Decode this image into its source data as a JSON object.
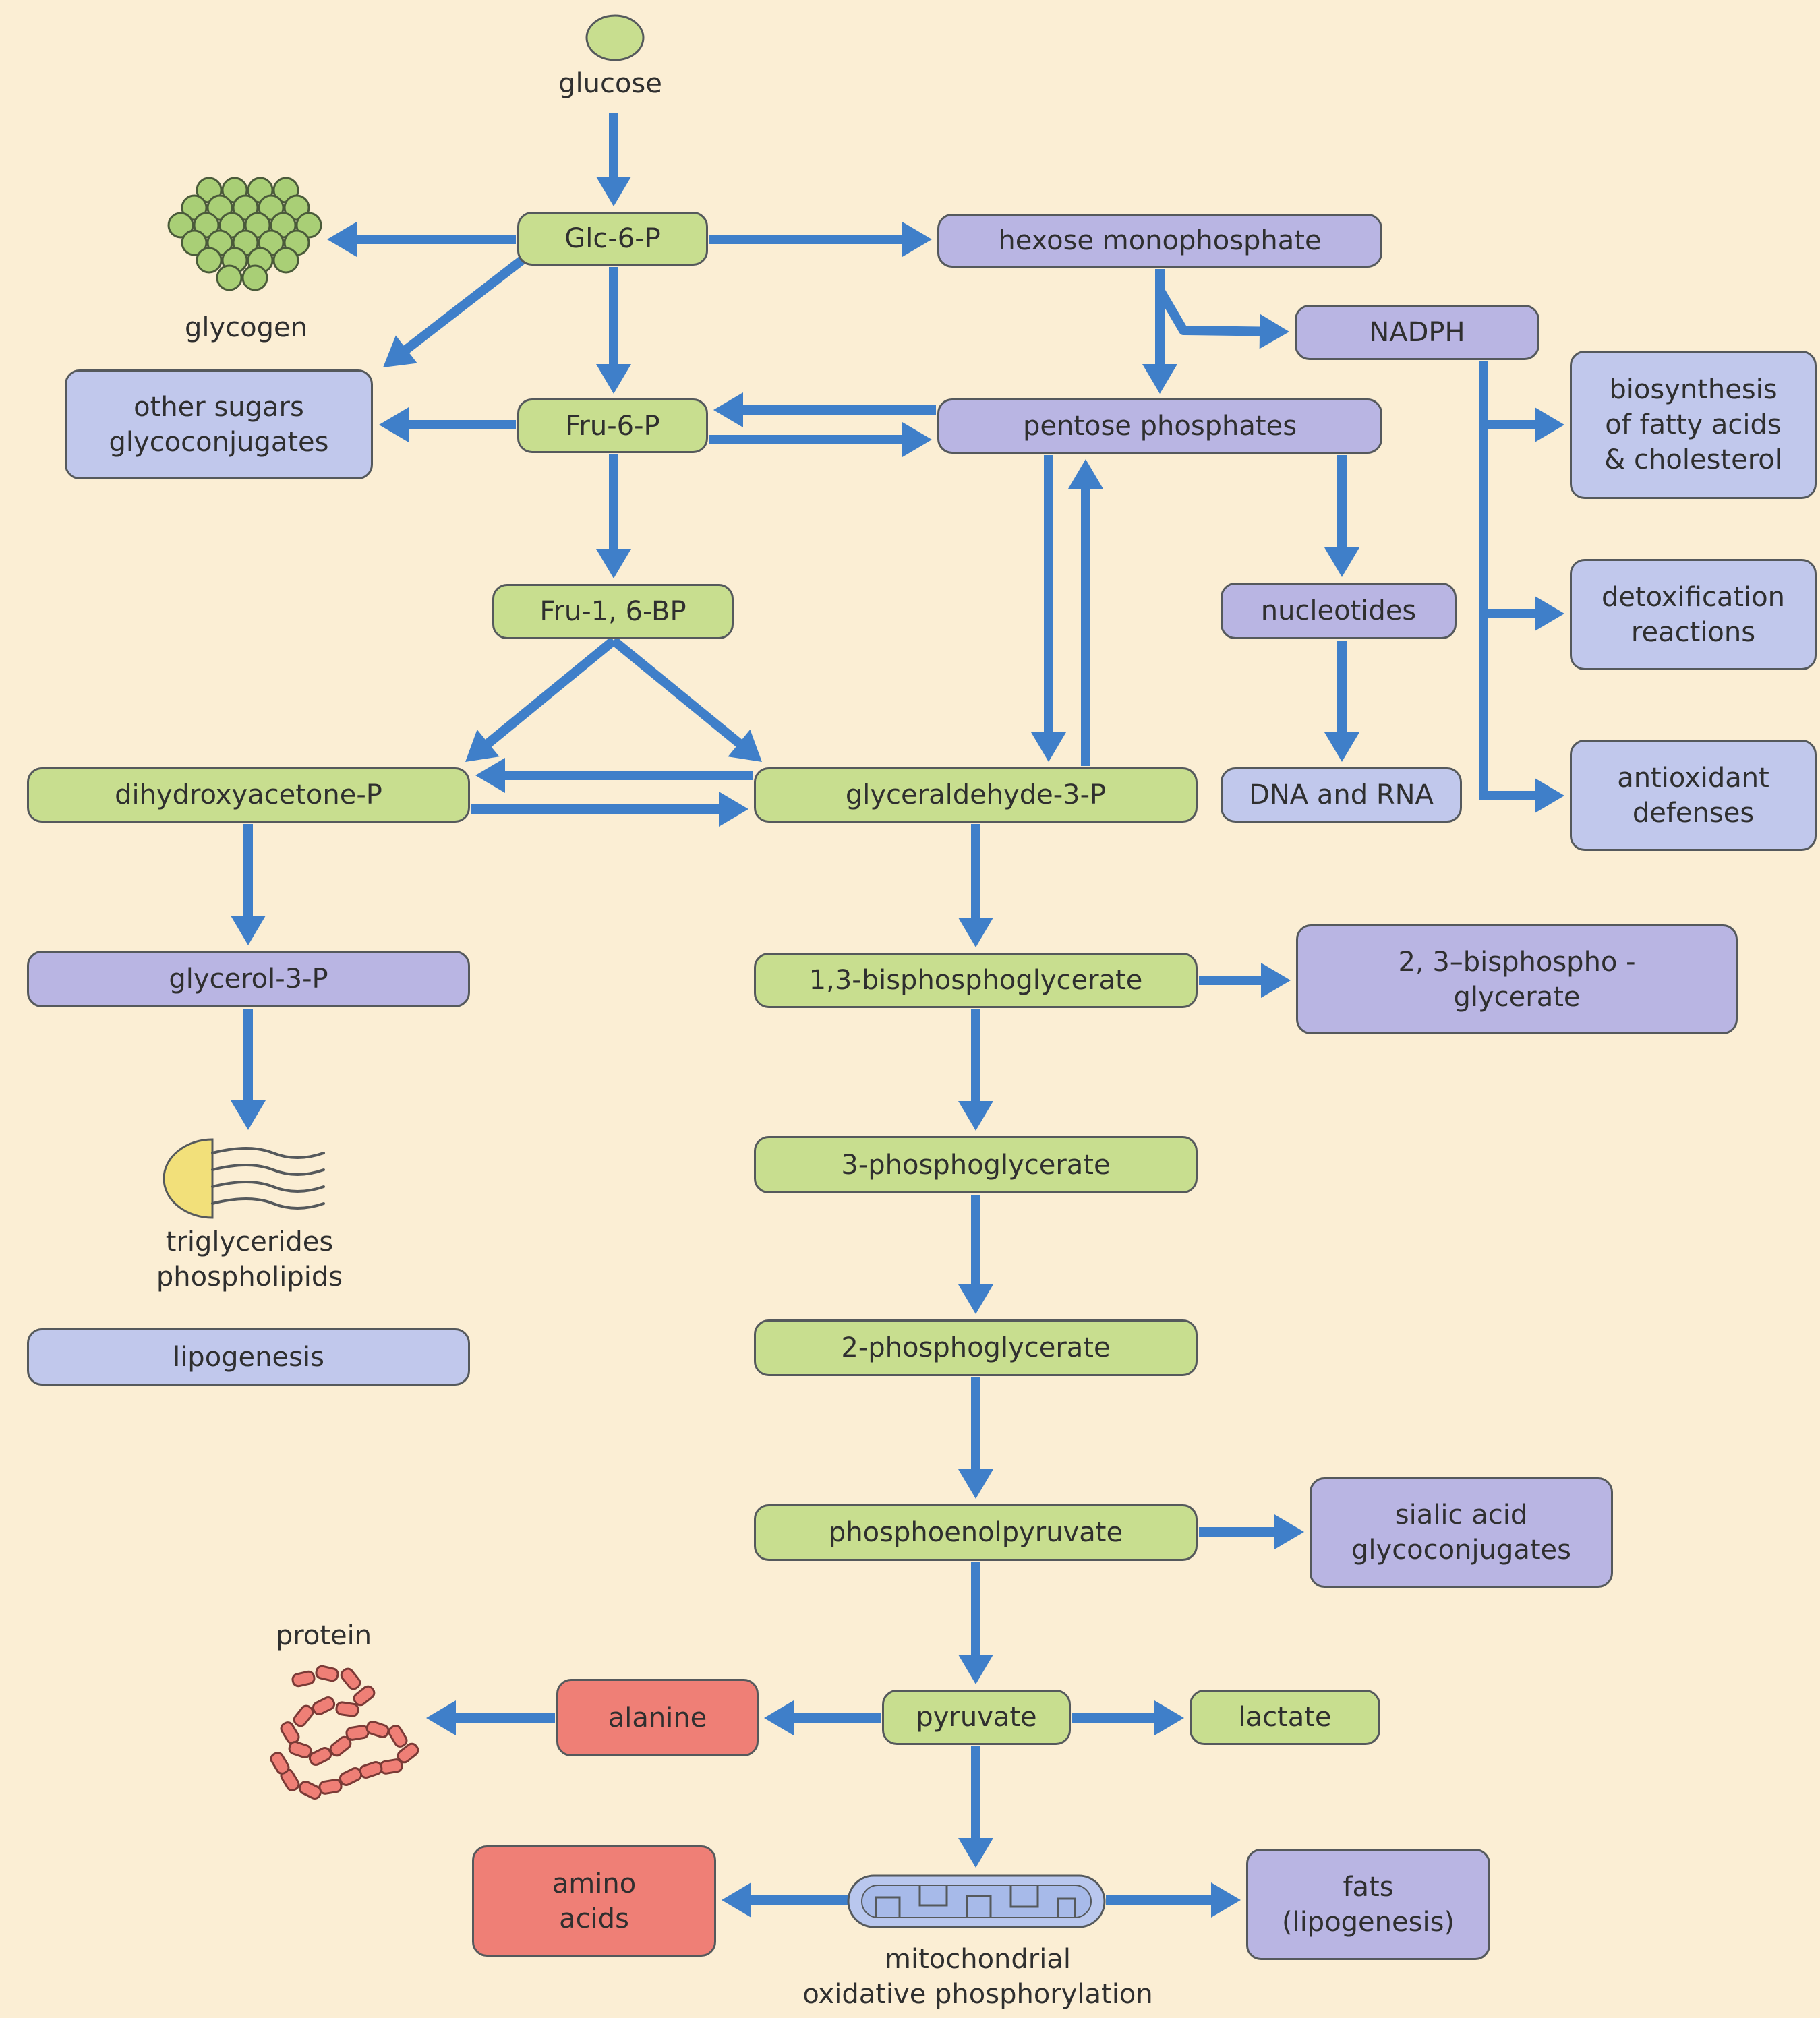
{
  "colors": {
    "background": "#fbeed4",
    "arrow": "#3f7fc9",
    "glycolysis_box": "#c8de8f",
    "pathway_box": "#b9b5e3",
    "light_box": "#c1c8ec",
    "amino_box": "#ef7f76"
  },
  "labels": {
    "glucose": "glucose",
    "glycogen": "glycogen",
    "triglycerides": "triglycerides\nphospholipids",
    "protein": "protein",
    "mito": "mitochondrial\noxidative phosphorylation"
  },
  "nodes": {
    "glc6p": "Glc-6-P",
    "hexose": "hexose monophosphate",
    "nadph": "NADPH",
    "other_sugars": "other sugars\nglycoconjugates",
    "fru6p": "Fru-6-P",
    "pentose": "pentose phosphates",
    "fatty": "biosynthesis\nof fatty acids\n& cholesterol",
    "fru16bp": "Fru-1, 6-BP",
    "nucleotides": "nucleotides",
    "detox": "detoxification\nreactions",
    "dhap": "dihydroxyacetone-P",
    "g3p": "glyceraldehyde-3-P",
    "dna": "DNA and RNA",
    "antiox": "antioxidant\ndefenses",
    "glycerol3p": "glycerol-3-P",
    "bpg13": "1,3-bisphosphoglycerate",
    "bpg23": "2, 3–bisphospho -\nglycerate",
    "pg3": "3-phosphoglycerate",
    "lipogenesis": "lipogenesis",
    "pg2": "2-phosphoglycerate",
    "pep": "phosphoenolpyruvate",
    "sialic": "sialic acid\nglycoconjugates",
    "alanine": "alanine",
    "pyruvate": "pyruvate",
    "lactate": "lactate",
    "amino_acids": "amino\nacids",
    "fats": "fats\n(lipogenesis)"
  },
  "icons": [
    "glucose-icon",
    "glycogen-icon",
    "lipid-icon",
    "protein-icon",
    "mitochondrion-icon"
  ]
}
